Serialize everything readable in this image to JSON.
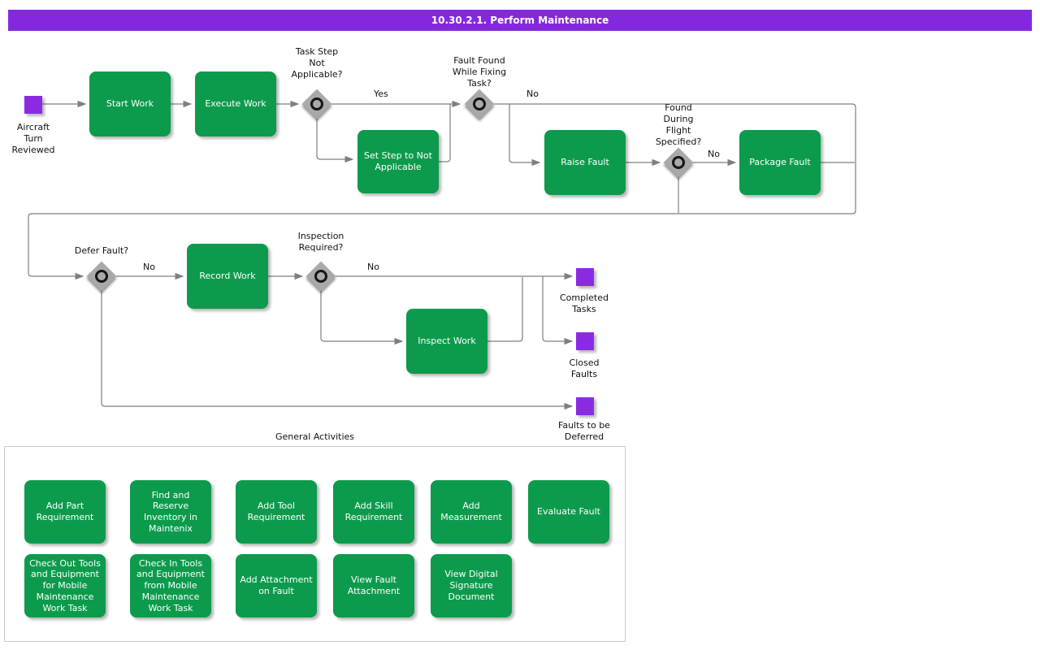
{
  "title": "10.30.2.1. Perform Maintenance",
  "colors": {
    "title_bar_purple": "#8428DE",
    "event_purple": "#8A2BE2",
    "task_green": "#0C9B4C",
    "connector_gray": "#7F7F7F",
    "gateway_gray": "#A9A9A9"
  },
  "events": {
    "start": "Aircraft\nTurn\nReviewed",
    "completed_tasks": "Completed\nTasks",
    "closed_faults": "Closed\nFaults",
    "faults_deferred": "Faults to be\nDeferred"
  },
  "tasks": {
    "start_work": "Start Work",
    "execute_work": "Execute Work",
    "set_step": "Set Step to Not\nApplicable",
    "raise_fault": "Raise Fault",
    "package_fault": "Package Fault",
    "record_work": "Record Work",
    "inspect_work": "Inspect Work"
  },
  "decisions": {
    "task_step": "Task Step\nNot\nApplicable?",
    "fault_found": "Fault Found\nWhile Fixing\nTask?",
    "found_during_flight": "Found\nDuring\nFlight\nSpecified?",
    "defer_fault": "Defer Fault?",
    "inspection_required": "Inspection\nRequired?"
  },
  "edge_labels": {
    "task_step_yes": "Yes",
    "fault_found_no": "No",
    "flight_specified_no": "No",
    "defer_fault_no": "No",
    "inspection_no": "No"
  },
  "general_activities": {
    "title": "General Activities",
    "row1": [
      "Add Part\nRequirement",
      "Find and\nReserve\nInventory in\nMaintenix",
      "Add Tool\nRequirement",
      "Add Skill\nRequirement",
      "Add\nMeasurement",
      "Evaluate Fault"
    ],
    "row2": [
      "Check Out Tools\nand Equipment\nfor Mobile\nMaintenance\nWork Task",
      "Check In Tools\nand Equipment\nfrom Mobile\nMaintenance\nWork Task",
      "Add Attachment\non Fault",
      "View Fault\nAttachment",
      "View Digital\nSignature\nDocument"
    ]
  }
}
